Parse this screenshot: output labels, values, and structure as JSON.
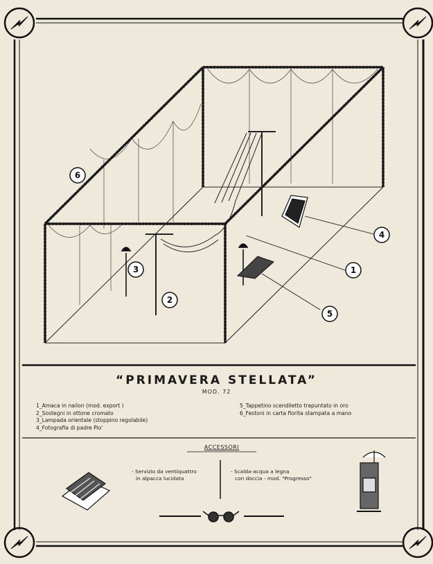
{
  "title": "“PRIMAVERA STELLATA”",
  "model": "MOD. 72",
  "items_left": [
    "1_Amaca in nailon (mod. export )",
    "2_Sostegni in ottone cromato",
    "3_Lampada orientale (stoppino regolabile)",
    "4_Fotografia di padre Pio'"
  ],
  "items_right": [
    "5_Tappetino scendiletto trapuntato in oro",
    "6_Festoni in carta fiorita stampata a mano"
  ],
  "callouts": [
    "1",
    "2",
    "3",
    "4",
    "5",
    "6"
  ],
  "accessories": {
    "heading": "ACCESSORI",
    "left_line1": "- Servizio da ventiquattro",
    "left_line2": "in alpacca lucidata",
    "right_line1": "- Scalda-acqua a legna",
    "right_line2": "con doccia - mod. \"Progresso\""
  },
  "icons": [
    "lightning-emblem-icon",
    "cutlery-set-icon",
    "water-heater-icon",
    "glasses-icon"
  ]
}
